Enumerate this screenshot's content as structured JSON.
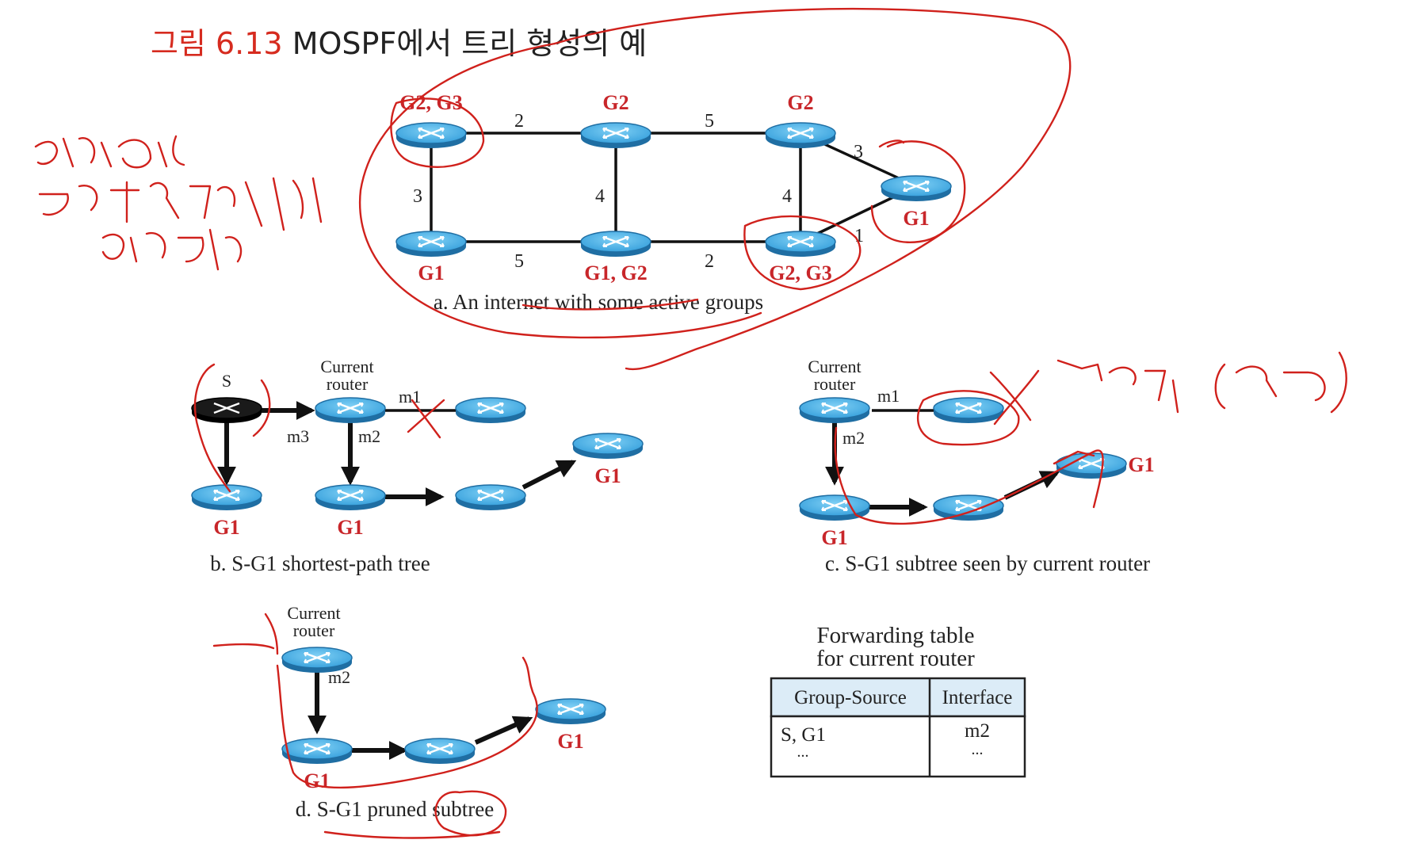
{
  "title": {
    "prefix": "그림 6.13",
    "rest": " MOSPF에서 트리 형성의 예"
  },
  "panel_a": {
    "caption": "a. An internet with some active groups",
    "router_labels": [
      "G2, G3",
      "G2",
      "G2",
      "G1",
      "G1",
      "G1, G2",
      "G2, G3"
    ],
    "weights": [
      "2",
      "5",
      "3",
      "3",
      "4",
      "4",
      "1",
      "5",
      "2"
    ]
  },
  "panel_b": {
    "caption": "b. S-G1 shortest-path tree",
    "source_label": "S",
    "current_router_label": [
      "Current",
      "router"
    ],
    "interfaces": [
      "m1",
      "m2",
      "m3"
    ],
    "group_labels": [
      "G1",
      "G1",
      "G1"
    ]
  },
  "panel_c": {
    "caption": "c. S-G1 subtree seen by current router",
    "current_router_label": [
      "Current",
      "router"
    ],
    "interfaces": [
      "m1",
      "m2"
    ],
    "group_labels": [
      "G1",
      "G1"
    ]
  },
  "panel_d": {
    "caption": "d. S-G1 pruned subtree",
    "current_router_label": [
      "Current",
      "router"
    ],
    "interfaces": [
      "m2"
    ],
    "group_labels": [
      "G1",
      "G1"
    ]
  },
  "forwarding_table": {
    "title_lines": [
      "Forwarding table",
      "for current router"
    ],
    "headers": [
      "Group-Source",
      "Interface"
    ],
    "rows": [
      [
        "S, G1",
        "m2"
      ],
      [
        "...",
        "..."
      ]
    ]
  },
  "colors": {
    "title_red": "#d62b1f",
    "group_label_red": "#c8262a",
    "router_blue": "#4ab0e6",
    "source_black": "#1a1a1a",
    "annotation_red": "#d0211c"
  },
  "icons": [
    "router-icon",
    "source-router-icon"
  ]
}
